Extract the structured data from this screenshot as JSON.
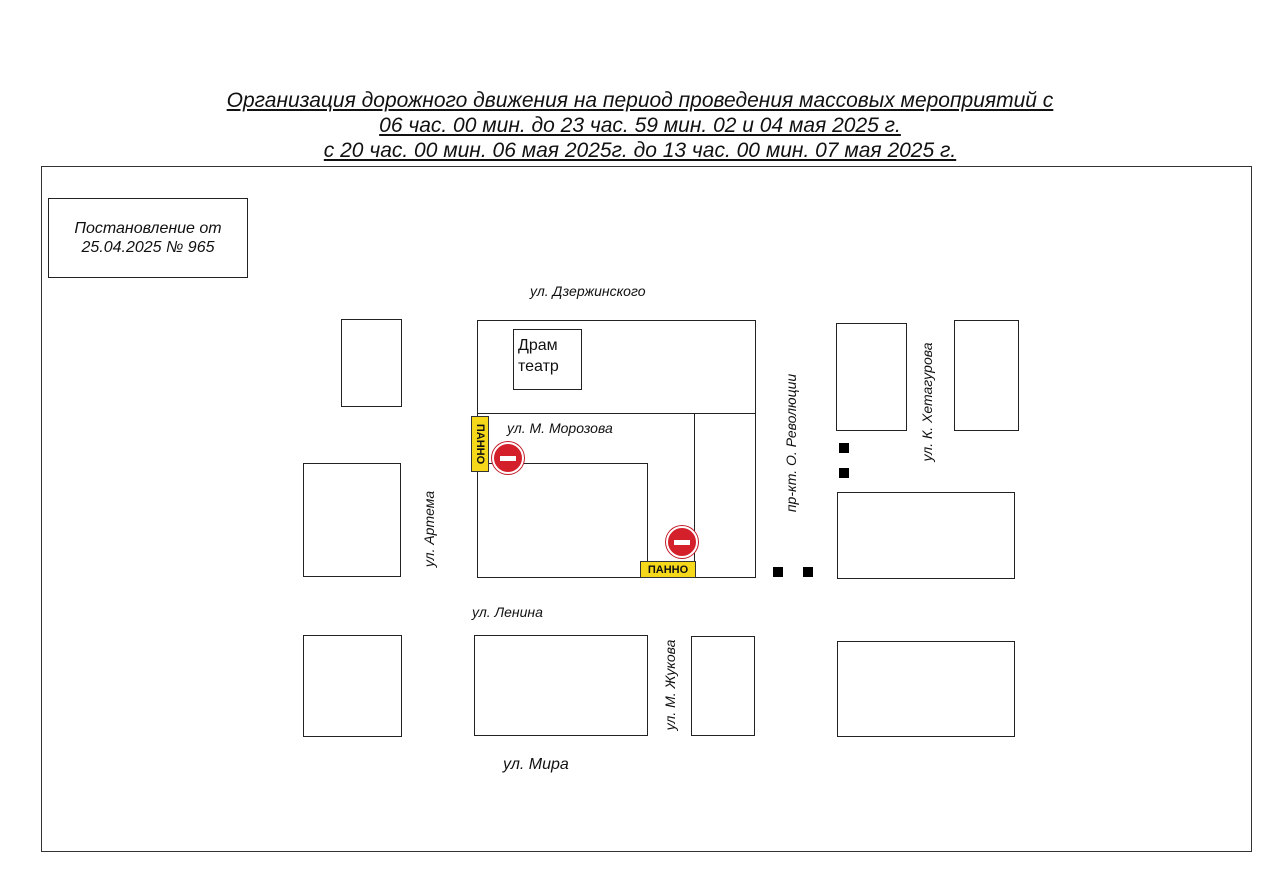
{
  "title": {
    "line1": "Организация дорожного движения на период проведения массовых мероприятий с",
    "line2": "06 час. 00 мин. до 23 час. 59 мин. 02 и 04 мая 2025 г.",
    "line3": "с 20 час. 00 мин. 06 мая 2025г. до 13 час. 00 мин. 07 мая 2025 г."
  },
  "document_ref": {
    "line1": "Постановление от",
    "line2": "25.04.2025 № 965"
  },
  "streets": {
    "dzerzhinskogo": "ул. Дзержинского",
    "morozova": "ул. М. Морозова",
    "artema": "ул. Артема",
    "revolyutsii": "пр-кт. О. Революции",
    "khetagurova": "ул. К. Хетагурова",
    "lenina": "ул. Ленина",
    "zhukova": "ул. М. Жукова",
    "mira": "ул. Мира"
  },
  "landmark": {
    "line1": "Драм",
    "line2": "театр"
  },
  "panels": {
    "panel_1": "ПАННО",
    "panel_2": "ПАННО"
  },
  "signs": [
    "no-entry-sign",
    "no-entry-sign"
  ],
  "colors": {
    "panel": "#f6d81a",
    "no_entry": "#d4202b",
    "lines": "#222222"
  }
}
